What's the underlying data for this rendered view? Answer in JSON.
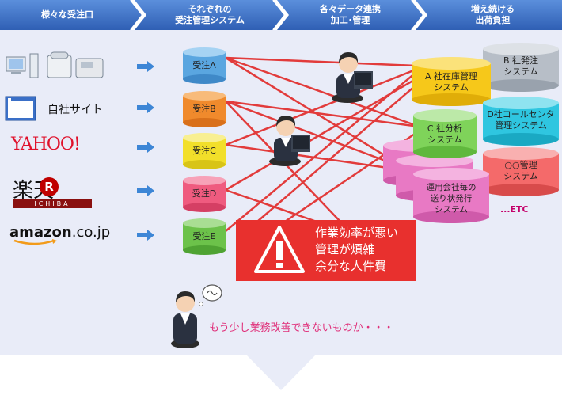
{
  "header": {
    "steps": [
      "様々な受注口",
      "それぞれの\n受注管理システム",
      "各々データ連携\n加工･管理",
      "増え続ける\n出荷負担"
    ]
  },
  "channels": {
    "self_site": "自社サイト",
    "yahoo": "YAHOO!",
    "rakuten_main": "楽天",
    "rakuten_sub": "ICHIBA",
    "amazon": "amazon",
    "amazon_suffix": ".co.jp"
  },
  "order_systems": [
    "受注A",
    "受注B",
    "受注C",
    "受注D",
    "受注E"
  ],
  "shipping_systems": {
    "a": "A 社在庫管理\nシステム",
    "b": "B 社発注\nシステム",
    "c": "C 社分析\nシステム",
    "d": "D社コールセンタ\n管理システム",
    "ops": "運用会社毎の\n送り状発行\nシステム",
    "oo": "○○管理\nシステム",
    "etc": "...ETC"
  },
  "warning": {
    "text": "作業効率が悪い\n管理が煩雑\n余分な人件費"
  },
  "footer": {
    "thought": "もう少し業務改善できないものか・・・"
  },
  "colors": {
    "header_blue": "#3f74c9",
    "line_red": "#e23b3b",
    "warning_red": "#e8302e",
    "accent_pink": "#e0307a"
  }
}
